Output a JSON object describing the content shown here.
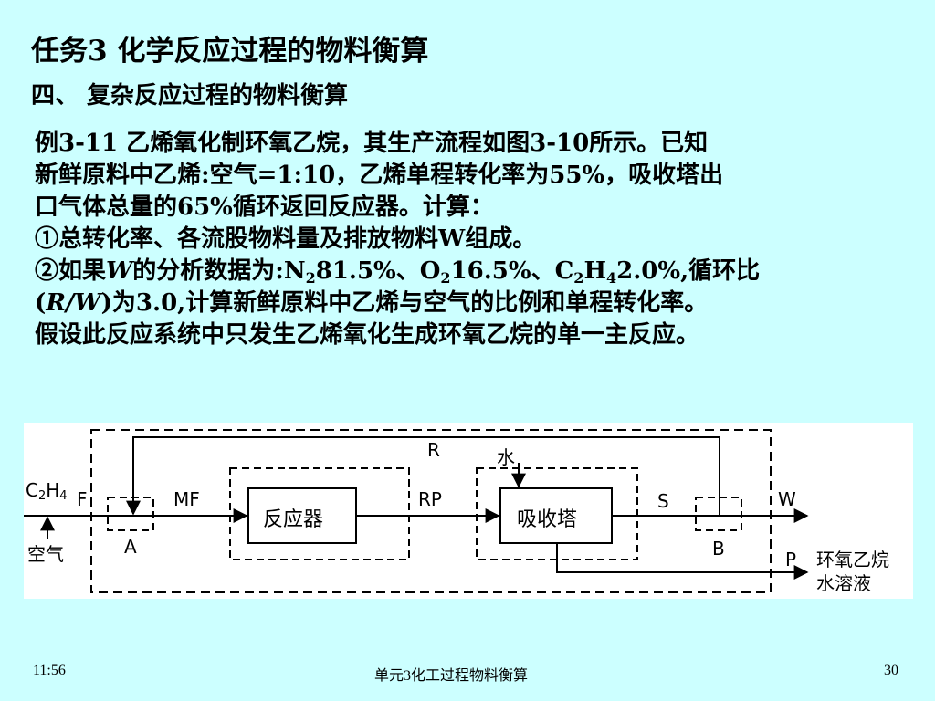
{
  "title": "任务3  化学反应过程的物料衡算",
  "subtitle": "四、 复杂反应过程的物料衡算",
  "problem": {
    "line1": "例3-11  乙烯氧化制环氧乙烷，其生产流程如图3-10所示。已知",
    "line2": "新鲜原料中乙烯:空气=1:10，乙烯单程转化率为55%，吸收塔出",
    "line3": "口气体总量的65%循环返回反应器。计算：",
    "line4": "①总转化率、各流股物料量及排放物料W组成。",
    "line5_a": "②如果",
    "line5_w": "W",
    "line5_b": "的分析数据为:N",
    "line5_n2sub": "2",
    "line5_c": "81.5%、O",
    "line5_o2sub": "2",
    "line5_d": "16.5%、C",
    "line5_csub": "2",
    "line5_e": "H",
    "line5_hsub": "4",
    "line5_f": "2.0%,循环比",
    "line6_a": "(",
    "line6_rw": "R/W",
    "line6_b": ")为3.0,计算新鲜原料中乙烯与空气的比例和单程转化率。",
    "line7": "假设此反应系统中只发生乙烯氧化生成环氧乙烷的单一主反应。"
  },
  "diagram": {
    "c2h4_label": "C",
    "c2h4_sub1": "2",
    "c2h4_h": "H",
    "c2h4_sub2": "4",
    "f_label": "F",
    "air_label": "空气",
    "a_label": "A",
    "mf_label": "MF",
    "reactor_label": "反应器",
    "rp_label": "RP",
    "water_label": "水",
    "absorber_label": "吸收塔",
    "r_label": "R",
    "s_label": "S",
    "w_label": "W",
    "b_label": "B",
    "p_label": "P",
    "product_line1": "环氧乙烷",
    "product_line2": "水溶液"
  },
  "footer": {
    "time": "11:56",
    "center": "单元3化工过程物料衡算",
    "page": "30"
  }
}
